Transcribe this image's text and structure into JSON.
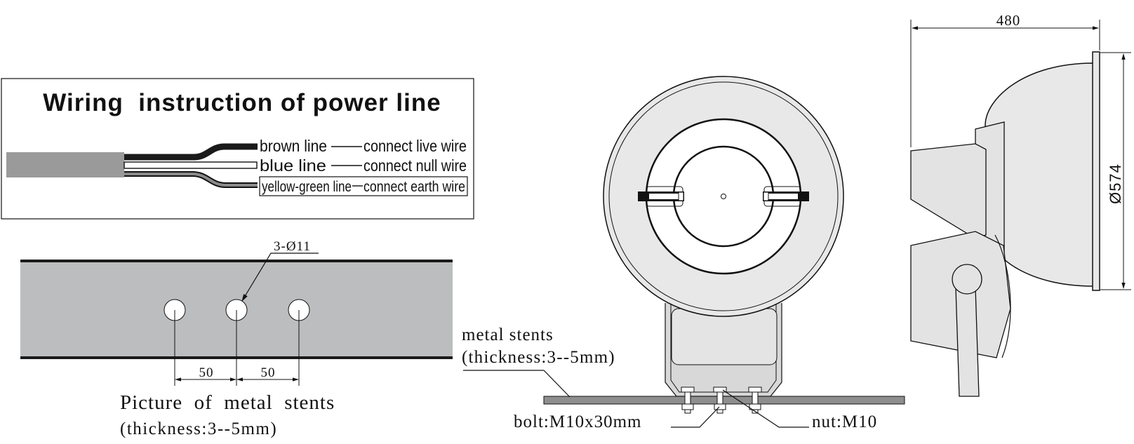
{
  "wiring": {
    "title": "Wiring  instruction of power line",
    "brown_label": "brown line",
    "brown_conn": "connect live wire",
    "blue_label": "blue line",
    "blue_conn": "connect null wire",
    "yg_label": "yellow-green line",
    "yg_conn": "connect earth wire",
    "colors": {
      "cable": "#9a9a9a",
      "brown": "#1a1a1a",
      "blue": "#ffffff",
      "yg": "#808080"
    }
  },
  "stent_plate": {
    "hole_note": "3-Ø11",
    "dim_left": "50",
    "dim_right": "50",
    "caption_line1": "Picture  of  metal  stents",
    "caption_line2": "(thickness:3--5mm)",
    "colors": {
      "plate": "#bcbdbf",
      "edge": "#1a1a1a"
    }
  },
  "front_view": {
    "stent_label_line1": "metal stents",
    "stent_label_line2": "(thickness:3--5mm)",
    "bolt_label": "bolt:M10x30mm",
    "nut_label": "nut:M10",
    "colors": {
      "body": "#e6e6e6",
      "bracket": "#d6d6d6",
      "bar": "#8e8e8e"
    }
  },
  "side_view": {
    "width_dim": "480",
    "diameter_dim": "Ø574",
    "colors": {
      "reflector": "#e6e6e6",
      "housing": "#e0e0e0"
    }
  }
}
